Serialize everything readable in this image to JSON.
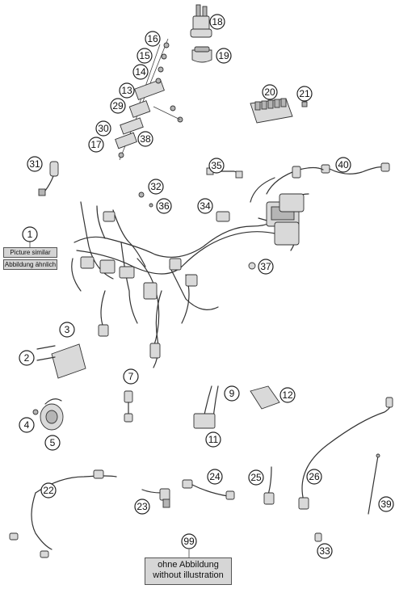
{
  "callouts": [
    "1",
    "2",
    "3",
    "4",
    "5",
    "7",
    "9",
    "11",
    "12",
    "13",
    "14",
    "15",
    "16",
    "17",
    "18",
    "19",
    "20",
    "21",
    "22",
    "23",
    "24",
    "25",
    "26",
    "29",
    "30",
    "31",
    "32",
    "33",
    "34",
    "35",
    "36",
    "37",
    "38",
    "39",
    "40",
    "99"
  ],
  "labels": {
    "picture_similar": "Picture similar",
    "abbildung_aehnlich": "Abbildung ähnlich",
    "ohne_abbildung": "ohne Abbildung",
    "without_illustration": "without illustration"
  }
}
